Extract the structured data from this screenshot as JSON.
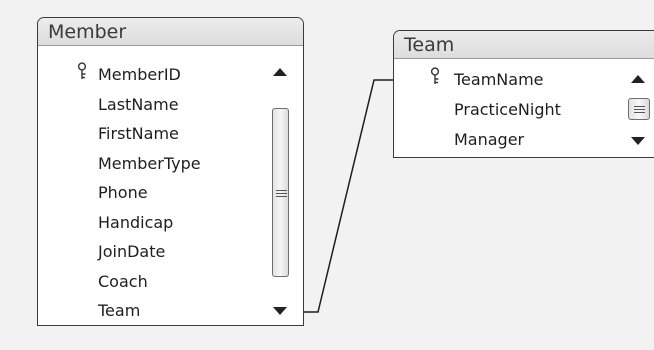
{
  "tables": {
    "member": {
      "title": "Member",
      "fields": [
        {
          "name": "MemberID",
          "key": true
        },
        {
          "name": "LastName",
          "key": false
        },
        {
          "name": "FirstName",
          "key": false
        },
        {
          "name": "MemberType",
          "key": false
        },
        {
          "name": "Phone",
          "key": false
        },
        {
          "name": "Handicap",
          "key": false
        },
        {
          "name": "JoinDate",
          "key": false
        },
        {
          "name": "Coach",
          "key": false
        },
        {
          "name": "Team",
          "key": false
        }
      ]
    },
    "team": {
      "title": "Team",
      "fields": [
        {
          "name": "TeamName",
          "key": true
        },
        {
          "name": "PracticeNight",
          "key": false
        },
        {
          "name": "Manager",
          "key": false
        }
      ]
    }
  },
  "relationship": {
    "from": "Member.Team",
    "to": "Team.TeamName"
  },
  "icons": {
    "key": "primary-key-icon",
    "scroll_up": "chevron-up-icon",
    "scroll_down": "chevron-down-icon"
  },
  "colors": {
    "background": "#f2f2f2",
    "title_bar": "#e4e4e4",
    "border": "#3a3a3a",
    "line": "#1e1e1e"
  }
}
